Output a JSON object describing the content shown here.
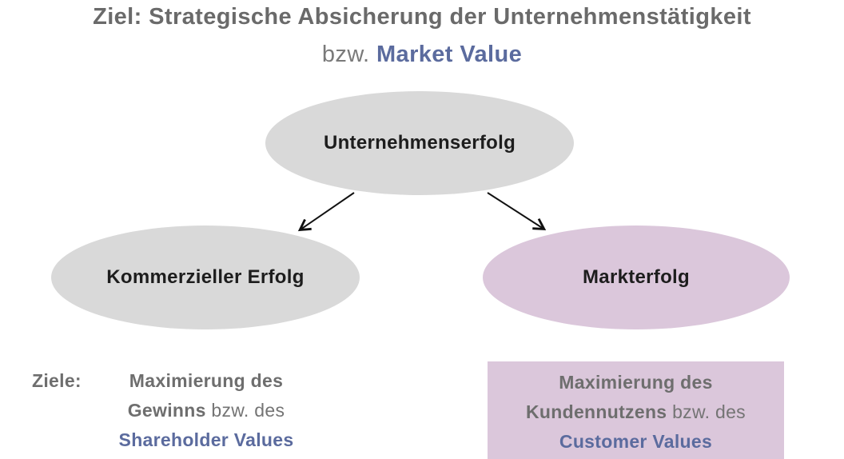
{
  "title": {
    "line1": "Ziel: Strategische Absicherung der Unternehmenstätigkeit",
    "line2_prefix": "bzw. ",
    "line2_highlight": "Market Value"
  },
  "nodes": {
    "top": {
      "label": "Unternehmenserfolg"
    },
    "left": {
      "label": "Kommerzieller Erfolg"
    },
    "right": {
      "label": "Markterfolg"
    }
  },
  "goals": {
    "heading": "Ziele:",
    "left": {
      "line1_bold": "Maximierung des",
      "line2_bold": "Gewinns",
      "line2_rest": " bzw. des",
      "line3_highlight": "Shareholder Values"
    },
    "right": {
      "line1_bold": "Maximierung des",
      "line2_bold": "Kundennutzens",
      "line2_rest": " bzw. des",
      "line3_highlight": "Customer Values"
    }
  },
  "colors": {
    "node_gray": "#d9d9d9",
    "node_purple": "#dbc7db",
    "title_gray": "#6a6a6a",
    "goal_text_gray": "#6e6e6e",
    "accent_blue": "#5b6b9e",
    "node_label": "#1d1d1d",
    "arrow": "#111111"
  }
}
